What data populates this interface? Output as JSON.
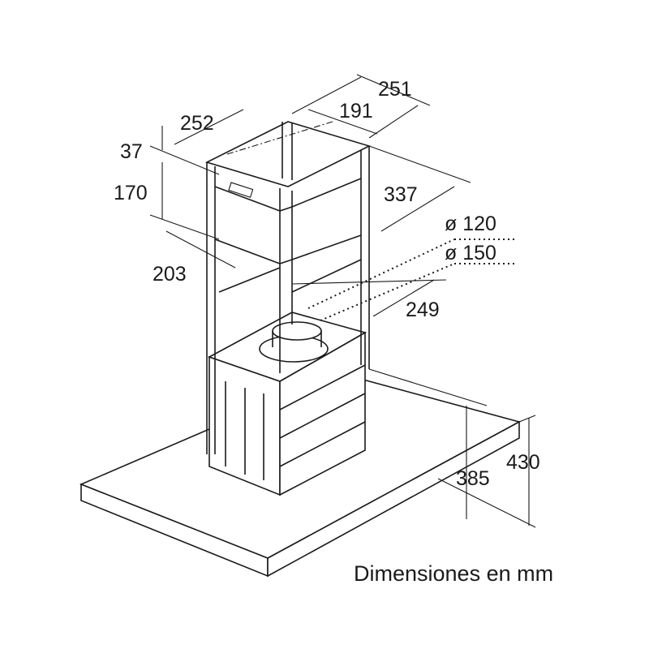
{
  "dimensions": {
    "top_depth": "251",
    "inner_depth": "191",
    "top_width": "252",
    "top_offset": "37",
    "frame_height": "170",
    "side_depth": "337",
    "duct_small": "ø 120",
    "duct_large": "ø 150",
    "inner_width": "203",
    "inner_side": "249",
    "total_height": "430",
    "body_height": "385"
  },
  "caption": "Dimensiones en mm"
}
